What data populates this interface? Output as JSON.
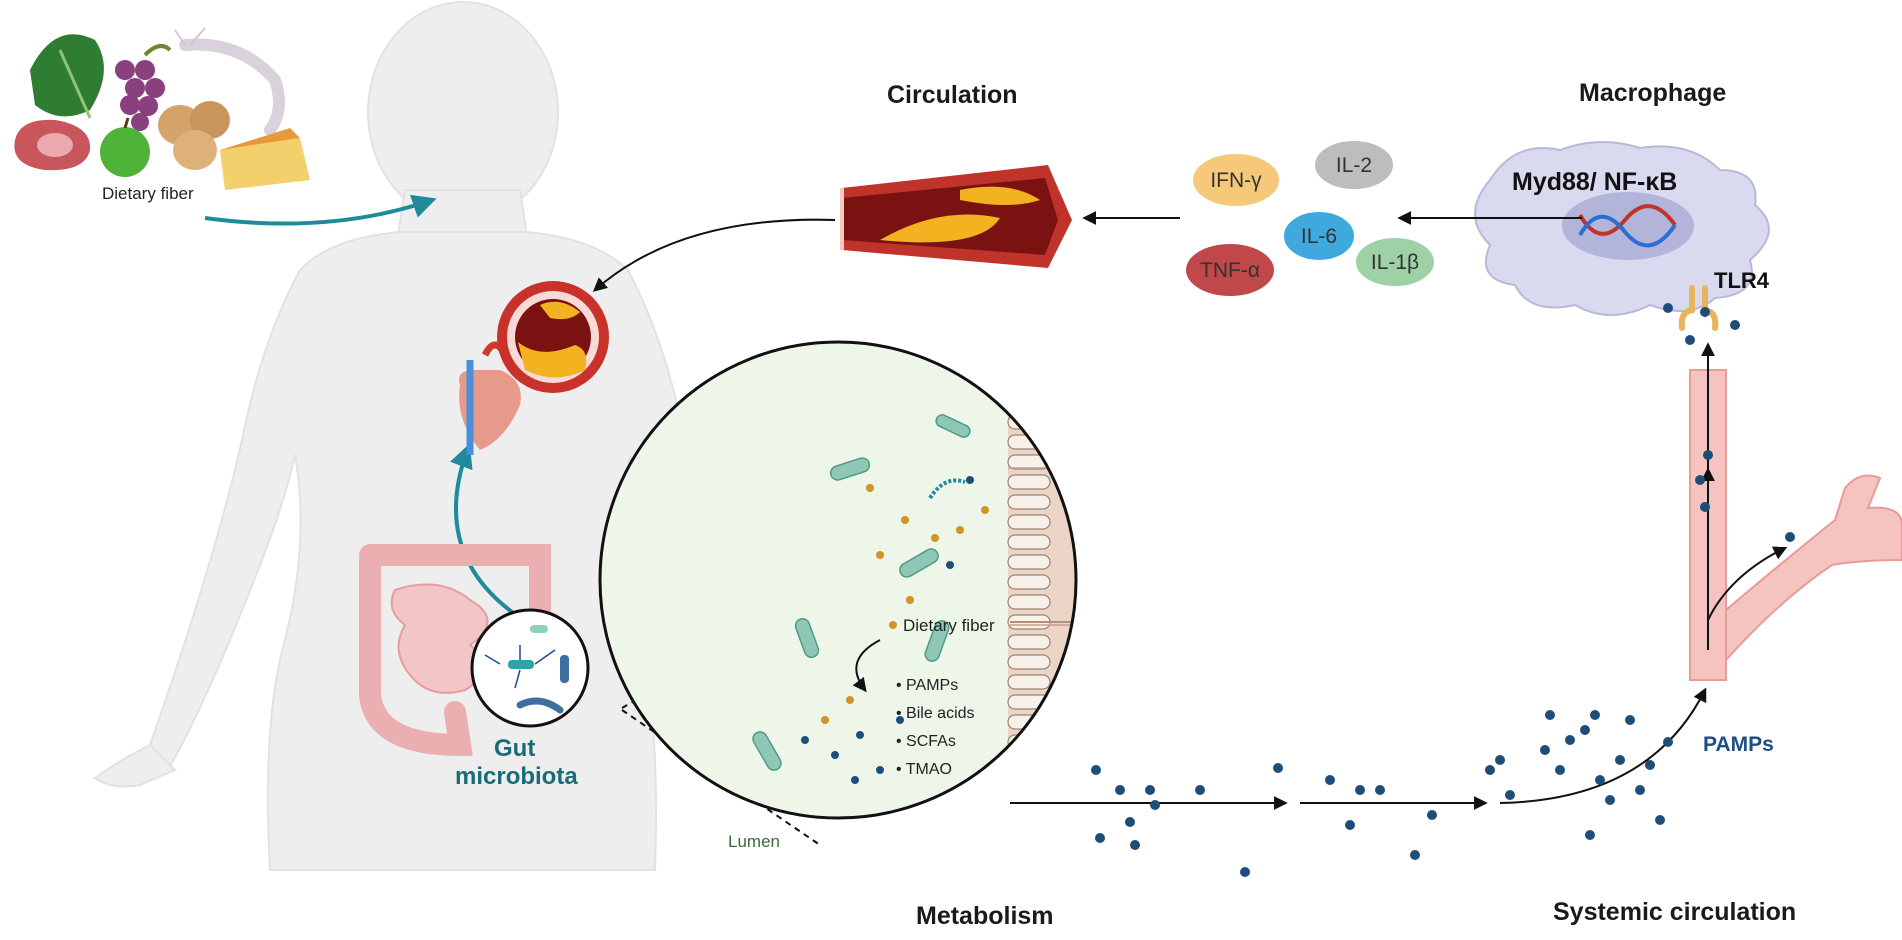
{
  "titles": {
    "circulation": "Circulation",
    "macrophage": "Macrophage",
    "metabolism": "Metabolism",
    "systemic": "Systemic circulation"
  },
  "labels": {
    "dietary_fiber_food": "Dietary fiber",
    "gut_microbiota_line1": "Gut",
    "gut_microbiota_line2": "microbiota",
    "myd88": "Myd88/ NF-κB",
    "tlr4": "TLR4",
    "pamps_systemic": "PAMPs",
    "lumen": "Lumen",
    "dietary_fiber_lumen": "Dietary fiber"
  },
  "cytokines": [
    {
      "label": "IFN-γ",
      "color": "#f6c97a"
    },
    {
      "label": "IL-2",
      "color": "#bdbdbd"
    },
    {
      "label": "IL-6",
      "color": "#3fa9de"
    },
    {
      "label": "TNF-α",
      "color": "#c0474a"
    },
    {
      "label": "IL-1β",
      "color": "#9fd1a6"
    }
  ],
  "metabolites": [
    "PAMPs",
    "Bile acids",
    "SCFAs",
    "TMAO"
  ],
  "colors": {
    "teal_arrow": "#1f8a99",
    "pamps_dot": "#1d4e7a",
    "vessel": "#f5c3c0",
    "artery_wall": "#c0332b",
    "plaque": "#f2b32e",
    "macrophage": "#d9d9ef"
  }
}
